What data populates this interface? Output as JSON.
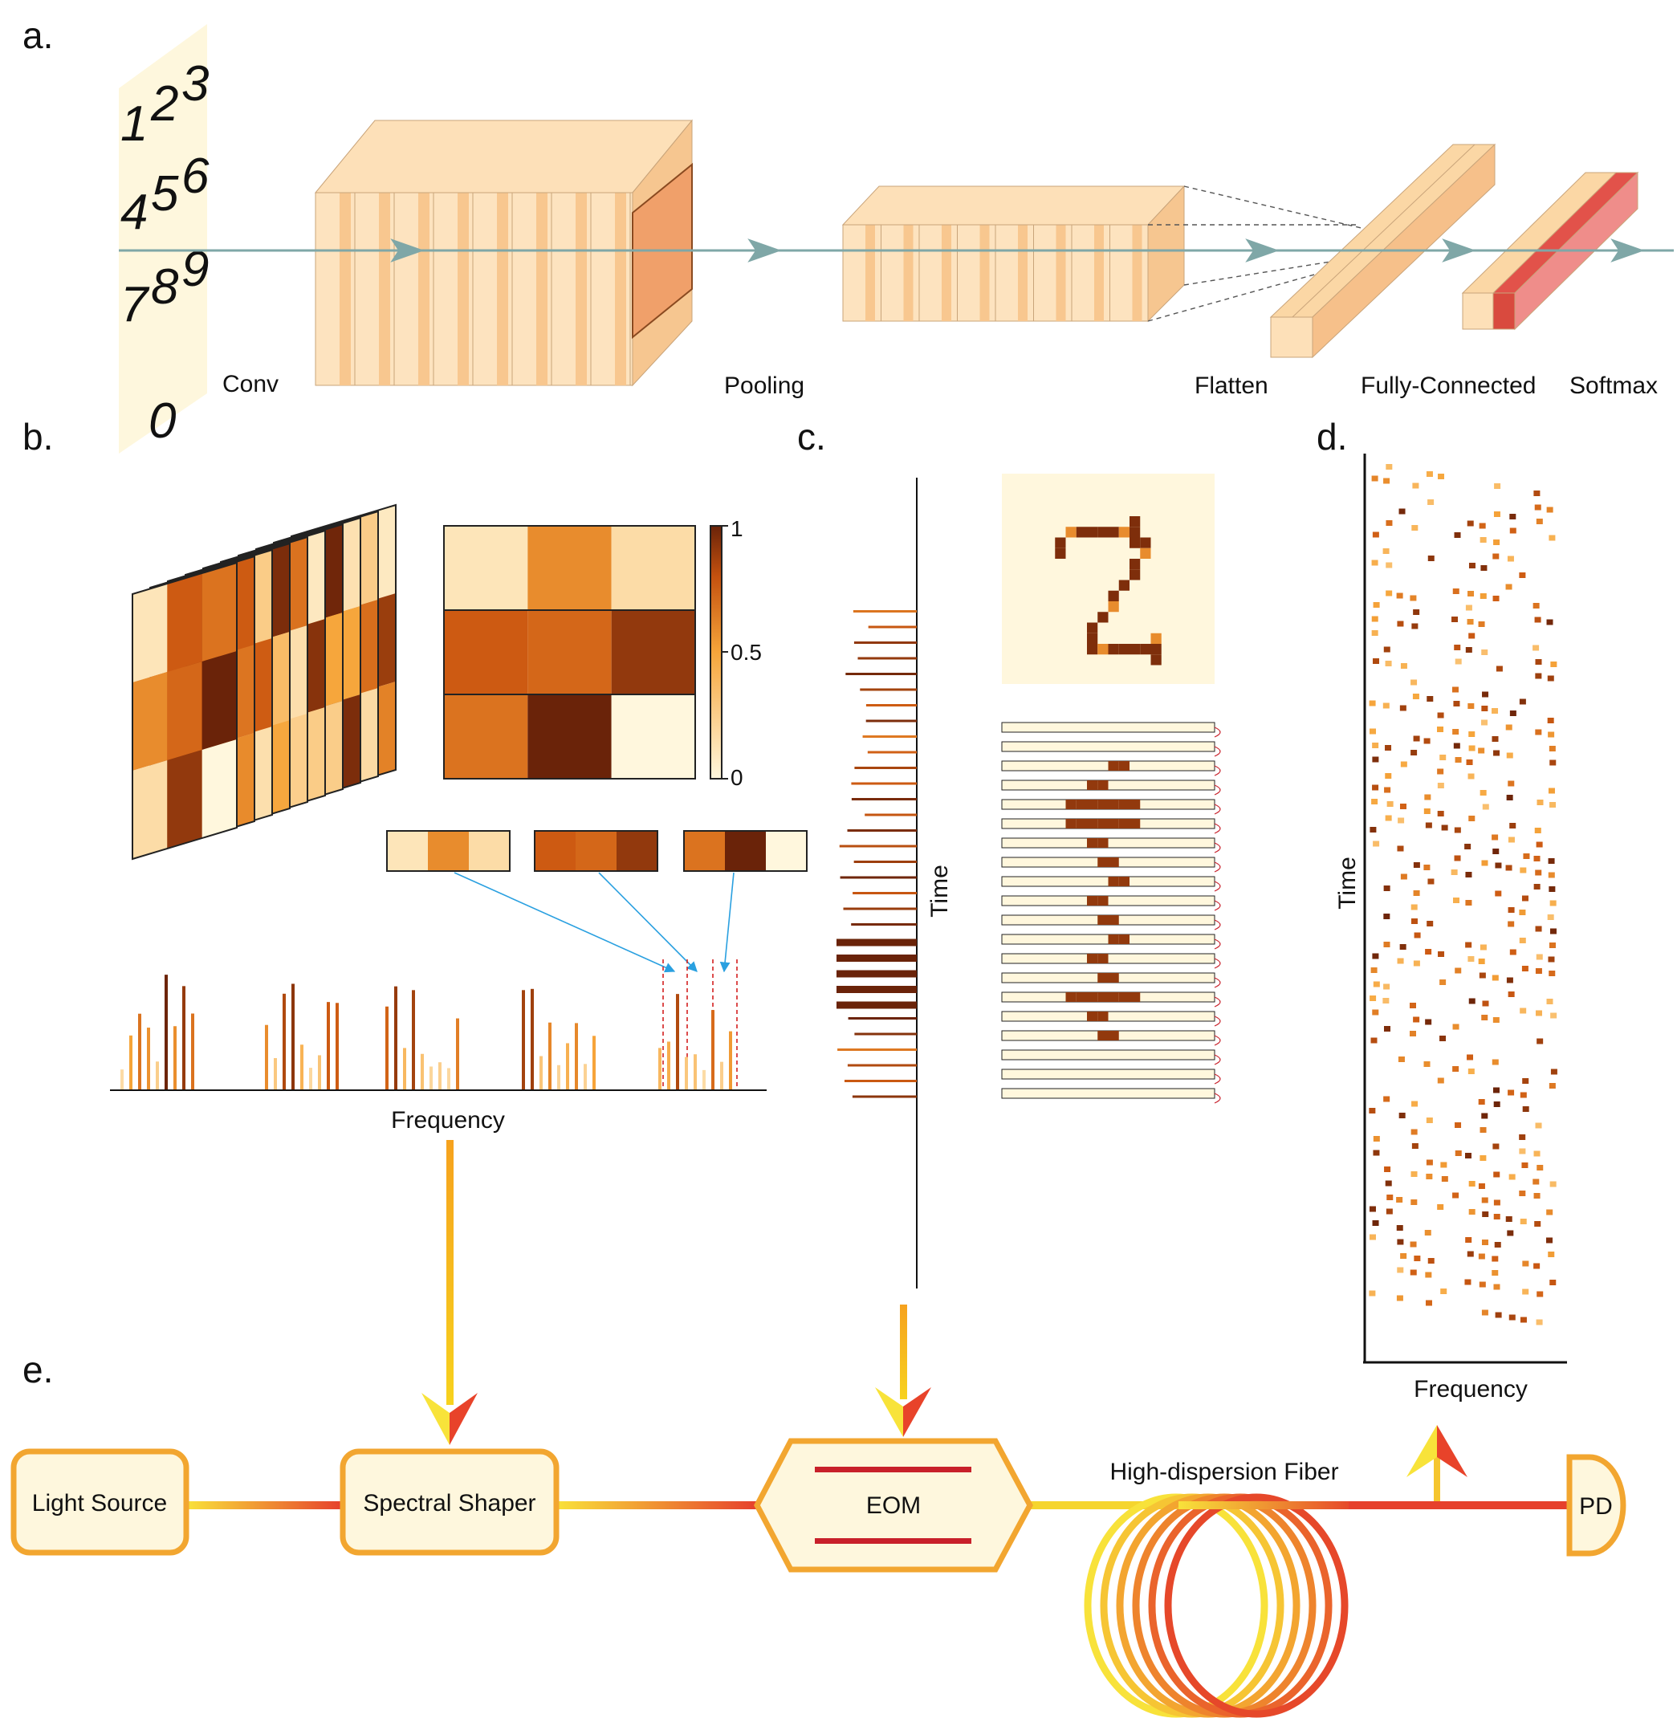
{
  "panels": {
    "a": "a.",
    "b": "b.",
    "c": "c.",
    "d": "d.",
    "e": "e."
  },
  "cnn": {
    "digits": [
      "1",
      "2",
      "3",
      "4",
      "5",
      "6",
      "7",
      "8",
      "9",
      "0"
    ],
    "conv": "Conv",
    "pooling": "Pooling",
    "flatten": "Flatten",
    "fully_connected": "Fully-Connected",
    "softmax": "Softmax"
  },
  "kernel": {
    "colorbar_ticks": [
      "1",
      "0.5",
      "0"
    ],
    "matrix": [
      [
        0.1,
        0.55,
        0.15
      ],
      [
        0.75,
        0.7,
        0.9
      ],
      [
        0.65,
        1.0,
        0.0
      ]
    ],
    "frequency_label": "Frequency"
  },
  "time_encoding": {
    "time_label": "Time",
    "digit": "2"
  },
  "spectrogram": {
    "time_label": "Time",
    "frequency_label": "Frequency"
  },
  "setup": {
    "light_source": "Light Source",
    "spectral_shaper": "Spectral Shaper",
    "eom": "EOM",
    "fiber": "High-dispersion Fiber",
    "pd": "PD"
  },
  "colors": {
    "cmap_low": "#fff7dd",
    "cmap_mid": "#f28a22",
    "cmap_high": "#6a2309",
    "arrow_teal": "#7fa7a7",
    "frame_orange": "#f2a630",
    "fiber_red": "#c8202a"
  }
}
